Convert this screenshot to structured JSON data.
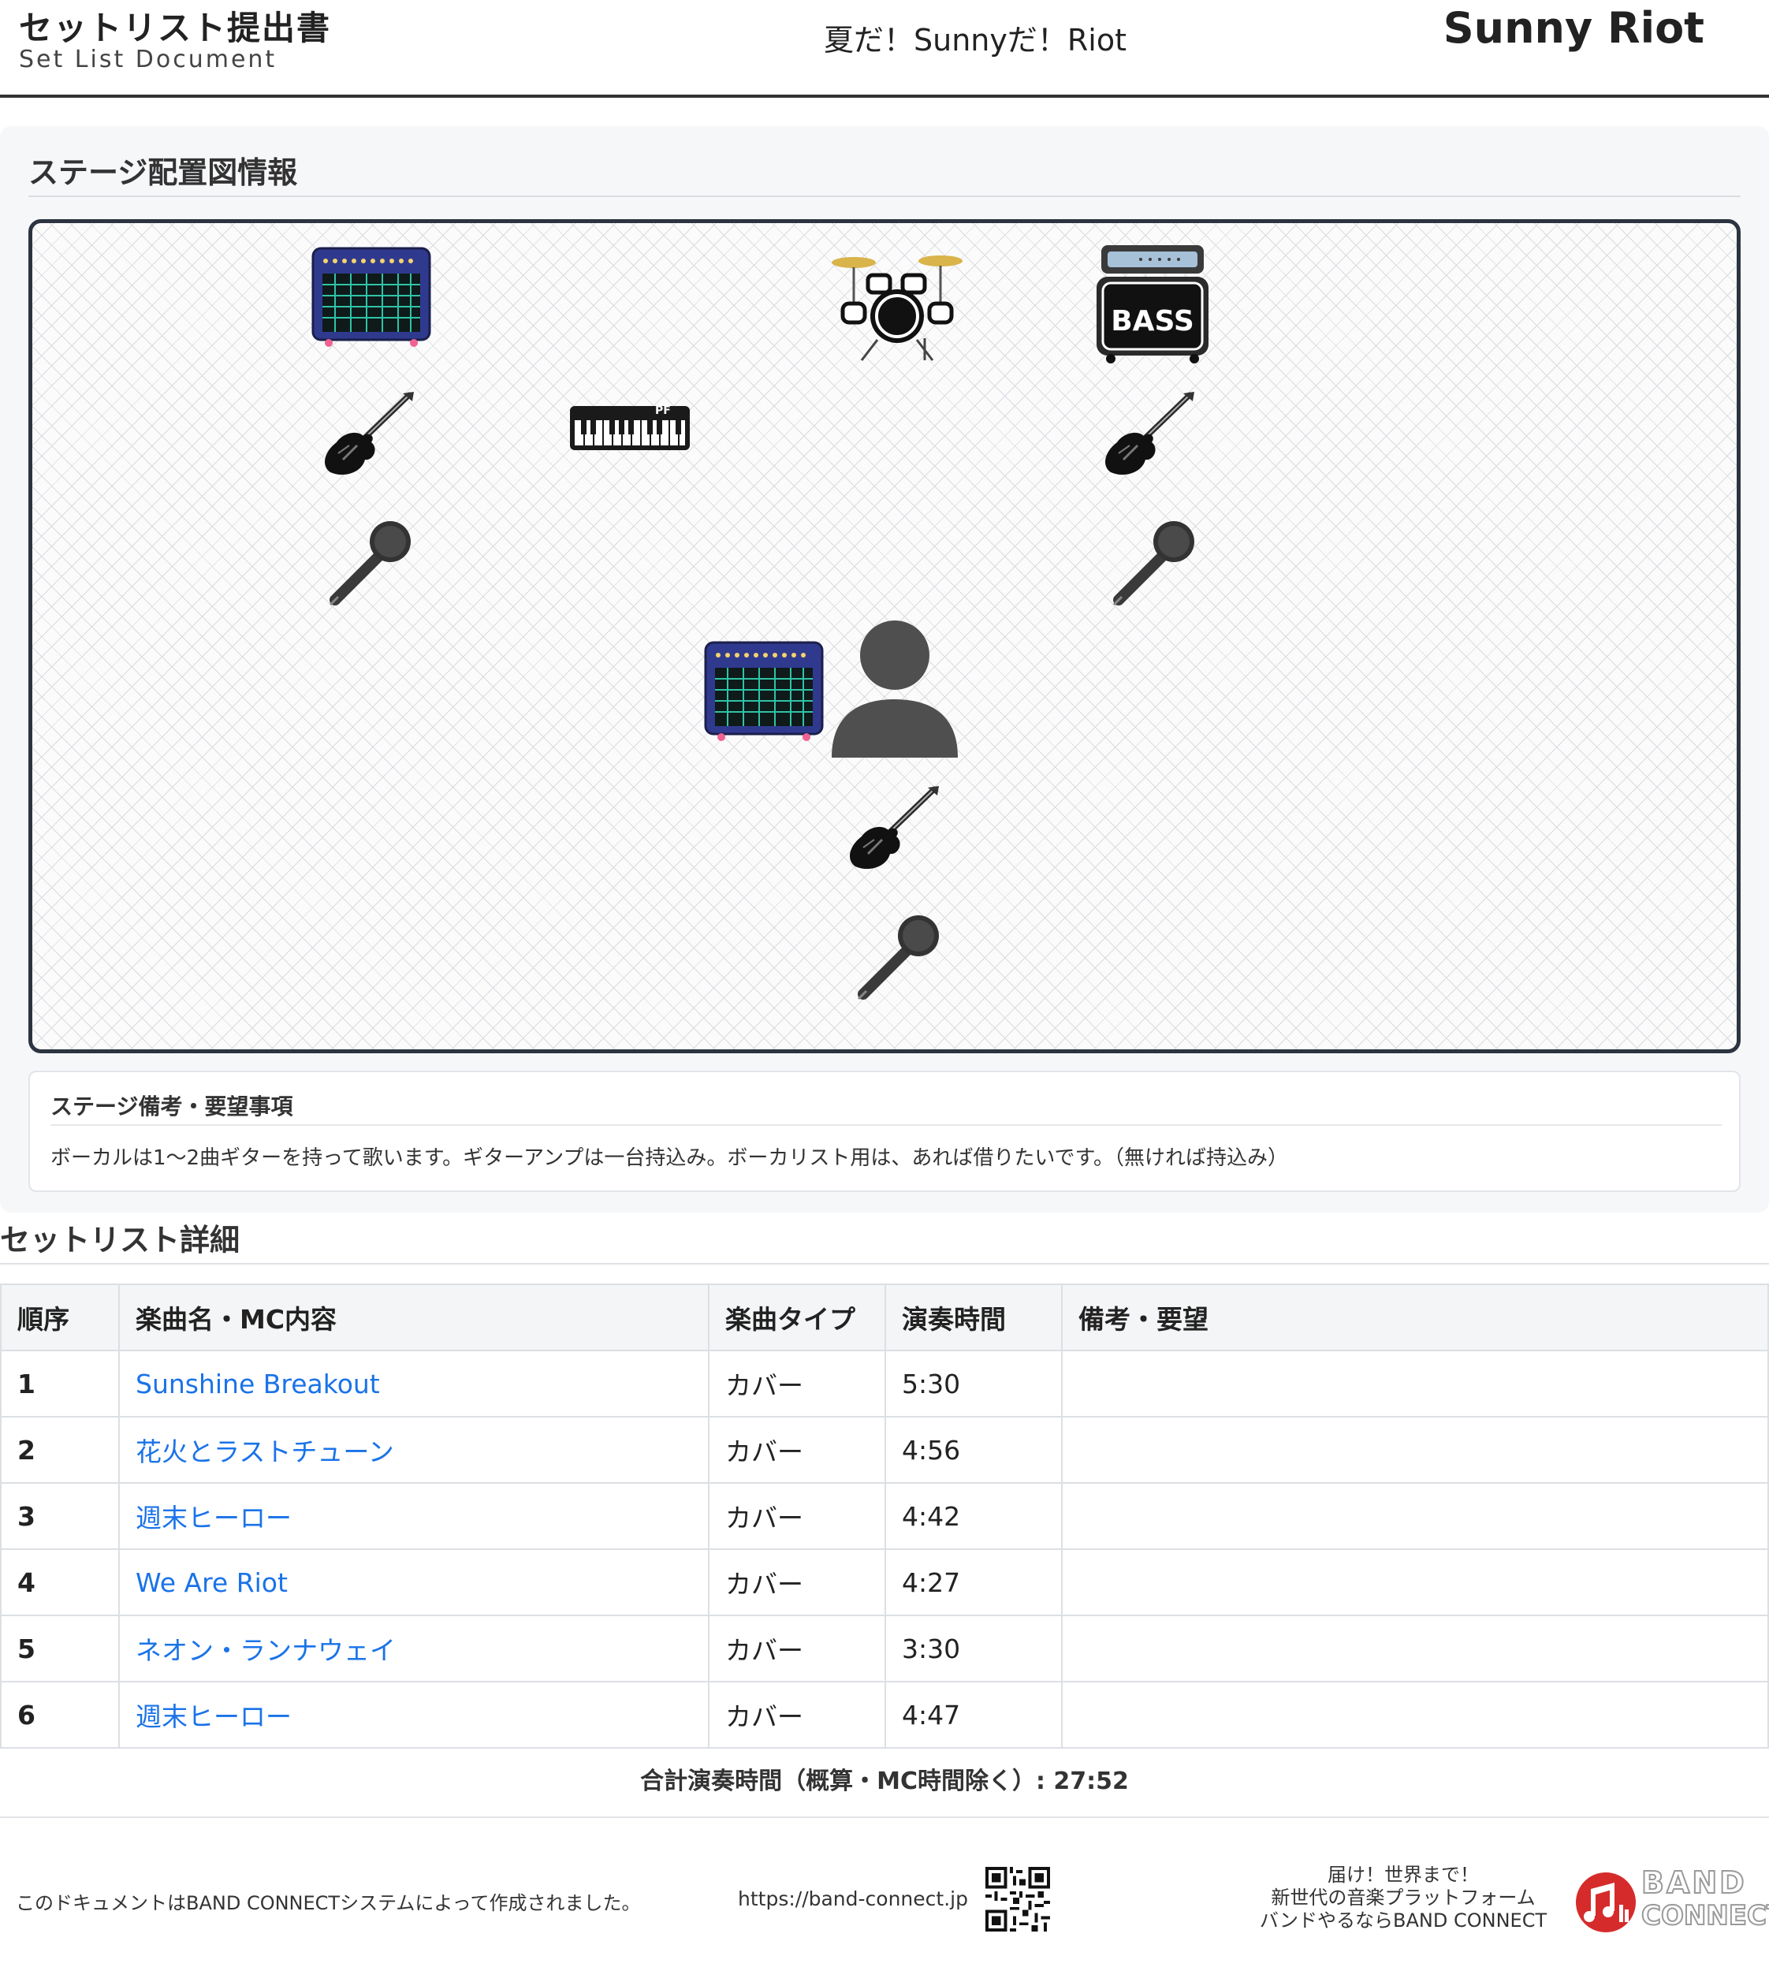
{
  "header": {
    "doc_title": "セットリスト提出書",
    "doc_subtitle": "Set List Document",
    "event_name": "夏だ！Sunnyだ！Riot",
    "band_name": "Sunny Riot"
  },
  "stage": {
    "heading": "ステージ配置図情報",
    "bass_amp_label": "BASS",
    "keyboard_label": "PF",
    "items": [
      "guitar-amp-icon",
      "drum-kit-icon",
      "bass-amp-icon",
      "electric-guitar-icon",
      "keyboard-icon",
      "electric-guitar-icon",
      "microphone-icon",
      "microphone-icon",
      "guitar-amp-icon",
      "person-icon",
      "electric-guitar-icon",
      "microphone-icon"
    ],
    "notes_title": "ステージ備考・要望事項",
    "notes_text": "ボーカルは1〜2曲ギターを持って歌います。ギターアンプは一台持込み。ボーカリスト用は、あれば借りたいです。（無ければ持込み）"
  },
  "setlist": {
    "heading": "セットリスト詳細",
    "columns": [
      "順序",
      "楽曲名・MC内容",
      "楽曲タイプ",
      "演奏時間",
      "備考・要望"
    ],
    "rows": [
      {
        "order": "1",
        "title": "Sunshine Breakout",
        "type": "カバー",
        "time": "5:30",
        "note": ""
      },
      {
        "order": "2",
        "title": "花火とラストチューン",
        "type": "カバー",
        "time": "4:56",
        "note": ""
      },
      {
        "order": "3",
        "title": "週末ヒーロー",
        "type": "カバー",
        "time": "4:42",
        "note": ""
      },
      {
        "order": "4",
        "title": "We Are Riot",
        "type": "カバー",
        "time": "4:27",
        "note": ""
      },
      {
        "order": "5",
        "title": "ネオン・ランナウェイ",
        "type": "カバー",
        "time": "3:30",
        "note": ""
      },
      {
        "order": "6",
        "title": "週末ヒーロー",
        "type": "カバー",
        "time": "4:47",
        "note": ""
      }
    ],
    "total": "合計演奏時間（概算・MC時間除く）: 27:52"
  },
  "footer": {
    "note": "このドキュメントはBAND CONNECTシステムによって作成されました。",
    "url": "https://band-connect.jp",
    "tagline": [
      "届け！世界まで！",
      "新世代の音楽プラットフォーム",
      "バンドやるならBAND CONNECT"
    ],
    "logo_text": [
      "BAND",
      "CONNECT"
    ]
  },
  "colors": {
    "link": "#1a73e8",
    "amp_body": "#2f3a8f",
    "amp_grid": "#2ec4a6",
    "logo_red": "#d62b2b"
  }
}
